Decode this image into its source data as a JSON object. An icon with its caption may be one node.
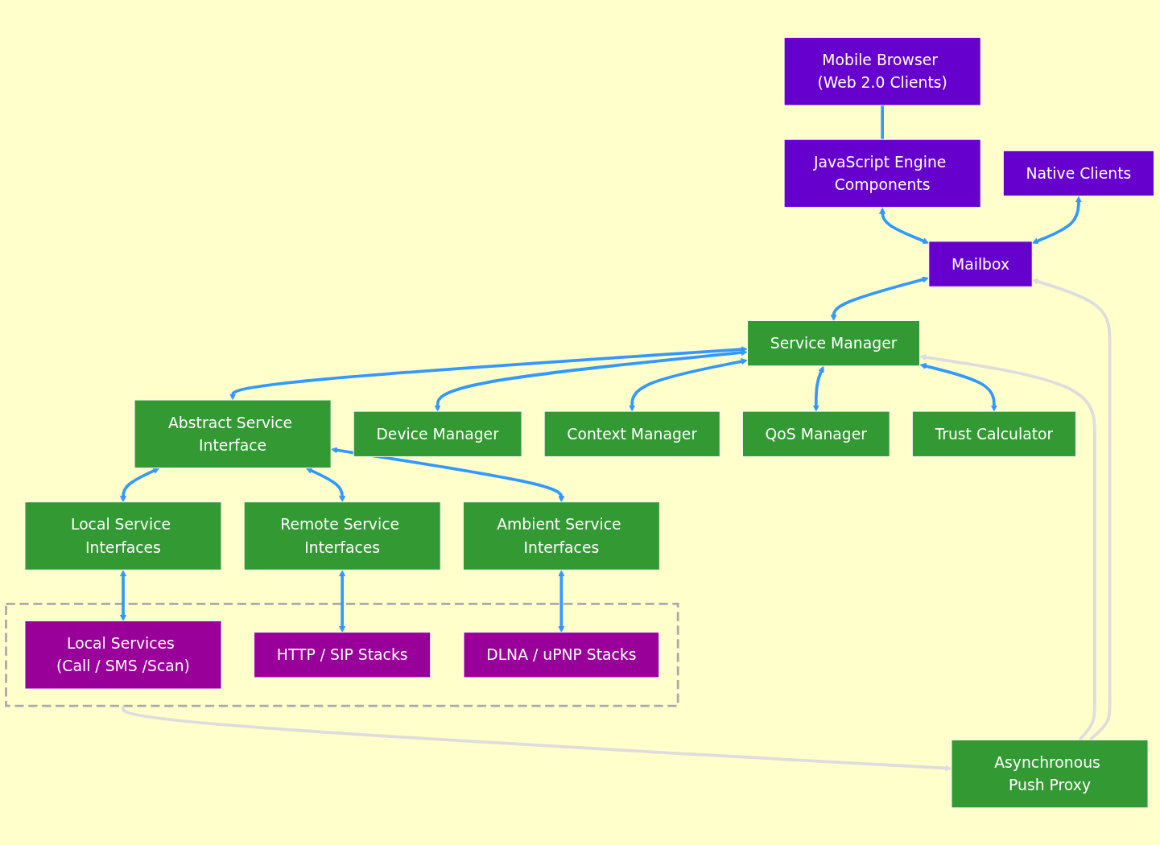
{
  "diagram": {
    "nodes": [
      {
        "text": [
          "Mobile Browser (Web 2.0 Clients)"
        ]
      },
      {
        "text": [
          "JavaScript Engine Components"
        ]
      },
      {
        "text": [
          "Native Clients"
        ]
      },
      {
        "text": [
          "Mailbox"
        ]
      },
      {
        "text": [
          "Asynchronous Push Proxy"
        ]
      },
      {
        "text": [
          "Service Manager"
        ]
      },
      {
        "text": [
          "Abstract Service Interface"
        ]
      },
      {
        "text": [
          "Device Manager"
        ]
      },
      {
        "text": [
          "Context Manager"
        ]
      },
      {
        "text": [
          "QoS Manager"
        ]
      },
      {
        "text": [
          "Trust Calculator"
        ]
      },
      {
        "text": [
          "Local Service Interfaces"
        ]
      },
      {
        "text": [
          "Remote Service Interfaces"
        ]
      },
      {
        "text": [
          "Ambient Service Interfaces"
        ]
      },
      {
        "text": [],
        "shape": "box"
      },
      {
        "text": [
          "Local Services (Call / SMS /Scan)"
        ],
        "in": 14
      },
      {
        "text": [
          "HTTP / SIP Stacks"
        ],
        "in": 14
      },
      {
        "text": [
          "DLNA / uPNP Stacks"
        ],
        "in": 14
      }
    ],
    "edges": [
      {
        "from": 0,
        "to": 1,
        "arrow": "none"
      },
      {
        "from": 2,
        "to": 3,
        "arrow": "both"
      },
      {
        "from": 1,
        "to": 3,
        "arrow": "both"
      },
      {
        "from": 3,
        "to": 5,
        "arrow": "both"
      },
      {
        "from": 5,
        "to": 6,
        "arrow": "both"
      },
      {
        "from": 5,
        "to": 7,
        "arrow": "both"
      },
      {
        "from": 5,
        "to": 8,
        "arrow": "both"
      },
      {
        "from": 5,
        "to": 9,
        "arrow": "both"
      },
      {
        "from": 5,
        "to": 10,
        "arrow": "both"
      },
      {
        "from": 6,
        "to": 11,
        "arrow": "both"
      },
      {
        "from": 6,
        "to": 12,
        "arrow": "both"
      },
      {
        "from": 6,
        "to": 13,
        "arrow": "both"
      },
      {
        "from": 11,
        "to": 15,
        "arrow": "both"
      },
      {
        "from": 12,
        "to": 16,
        "arrow": "both"
      },
      {
        "from": 13,
        "to": 17,
        "arrow": "both"
      },
      {
        "from": 14,
        "to": 4,
        "arrow": "to",
        "color": "#dddddd"
      },
      {
        "from": 4,
        "to": 3,
        "arrow": "to",
        "color": "#dddddd"
      },
      {
        "from": 4,
        "to": 5,
        "arrow": "to",
        "color": "#dddddd"
      }
    ]
  }
}
